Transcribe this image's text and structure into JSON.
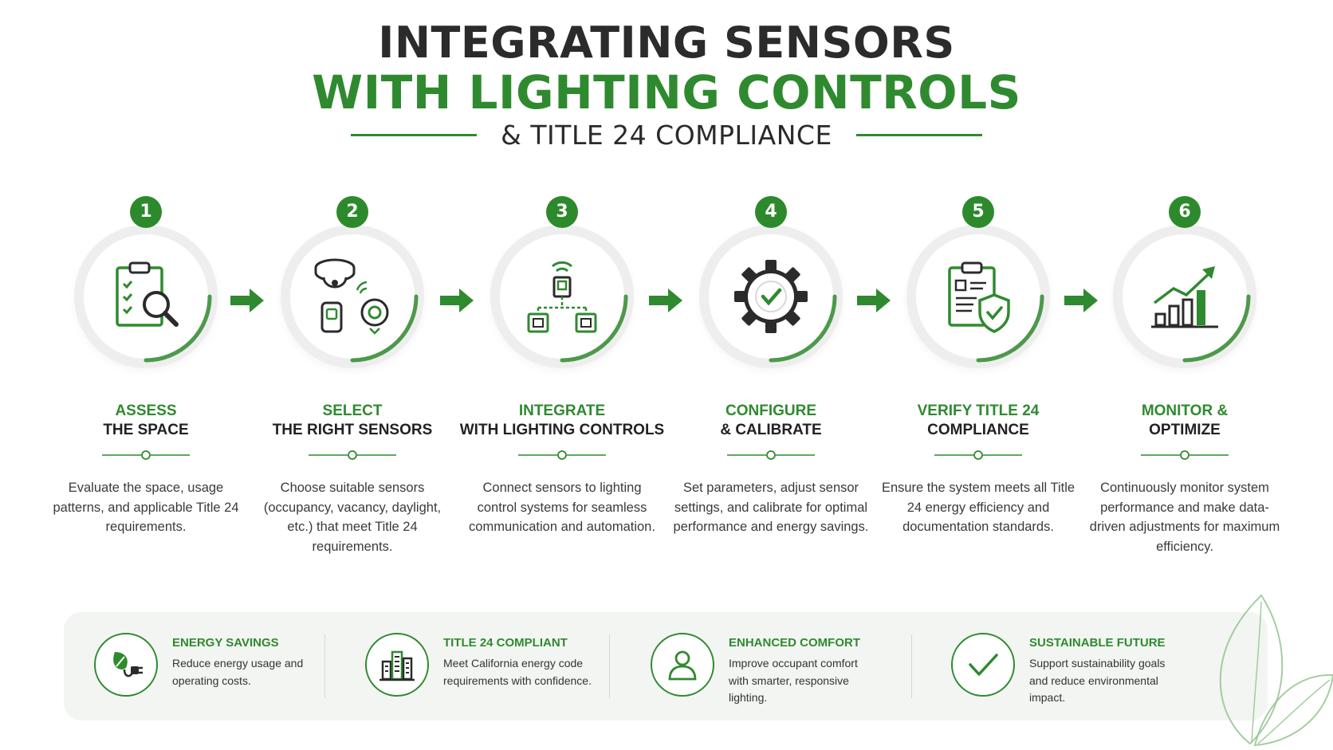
{
  "header": {
    "title_line1": "INTEGRATING SENSORS",
    "title_line2": "WITH LIGHTING CONTROLS",
    "subtitle": "& TITLE 24 COMPLIANCE"
  },
  "colors": {
    "accent": "#2f8a2f",
    "text_dark": "#2b2b2b",
    "ring": "#eeeeee",
    "banner_bg": "#f3f5f2"
  },
  "steps": [
    {
      "number": "1",
      "title_line1": "ASSESS",
      "title_line2": "THE SPACE",
      "description": "Evaluate the space, usage patterns, and applicable Title 24 requirements.",
      "icon": "clipboard-magnifier-icon"
    },
    {
      "number": "2",
      "title_line1": "SELECT",
      "title_line2": "THE RIGHT SENSORS",
      "description": "Choose suitable sensors (occupancy, vacancy, daylight, etc.) that meet Title 24 requirements.",
      "icon": "sensors-icon"
    },
    {
      "number": "3",
      "title_line1": "INTEGRATE",
      "title_line2": "WITH LIGHTING CONTROLS",
      "description": "Connect sensors to lighting control systems for seamless communication and automation.",
      "icon": "network-icon"
    },
    {
      "number": "4",
      "title_line1": "CONFIGURE",
      "title_line2": "& CALIBRATE",
      "description": "Set parameters, adjust sensor settings, and calibrate for optimal performance and energy savings.",
      "icon": "gear-check-icon"
    },
    {
      "number": "5",
      "title_line1": "VERIFY TITLE 24",
      "title_line2": "COMPLIANCE",
      "description": "Ensure the system meets all Title 24 energy efficiency and documentation standards.",
      "icon": "clipboard-shield-icon"
    },
    {
      "number": "6",
      "title_line1": "MONITOR &",
      "title_line2": "OPTIMIZE",
      "description": "Continuously monitor system performance and make data-driven adjustments for maximum efficiency.",
      "icon": "growth-chart-icon"
    }
  ],
  "benefits": [
    {
      "title": "ENERGY SAVINGS",
      "text": "Reduce energy usage and operating costs.",
      "icon": "leaf-plug-icon"
    },
    {
      "title": "TITLE 24 COMPLIANT",
      "text": "Meet California energy code requirements with confidence.",
      "icon": "buildings-icon"
    },
    {
      "title": "ENHANCED COMFORT",
      "text": "Improve occupant comfort with smarter, responsive lighting.",
      "icon": "person-icon"
    },
    {
      "title": "SUSTAINABLE FUTURE",
      "text": "Support sustainability goals and reduce environmental impact.",
      "icon": "checkmark-icon"
    }
  ]
}
